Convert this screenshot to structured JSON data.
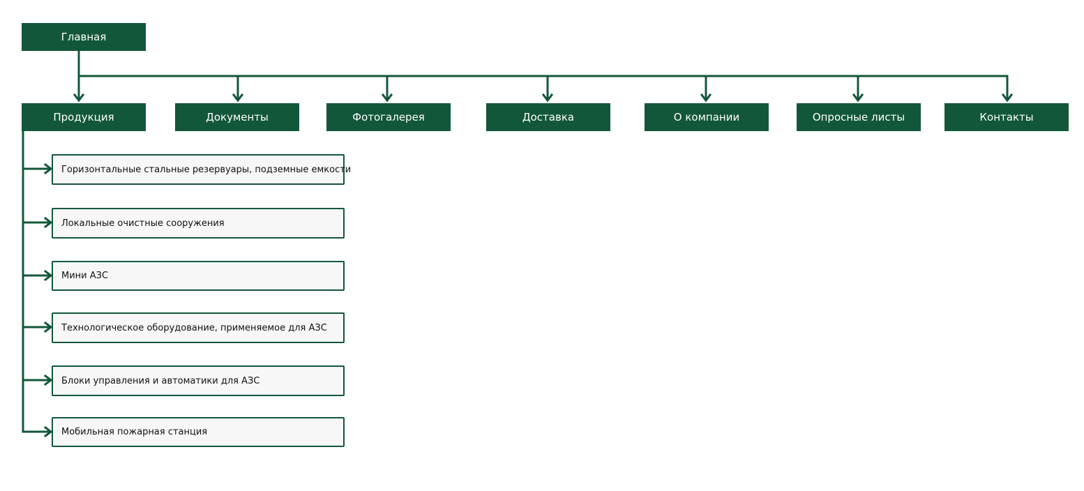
{
  "colors": {
    "node_fill": "#12573a",
    "connector": "#12573a",
    "sub_fill": "#f7f7f7",
    "sub_text": "#111111"
  },
  "root": {
    "label": "Главная"
  },
  "sections": [
    {
      "label": "Продукция"
    },
    {
      "label": "Документы"
    },
    {
      "label": "Фотогалерея"
    },
    {
      "label": "Доставка"
    },
    {
      "label": "О компании"
    },
    {
      "label": "Опросные листы"
    },
    {
      "label": "Контакты"
    }
  ],
  "products": [
    {
      "label": "Горизонтальные стальные резервуары, подземные  емкости"
    },
    {
      "label": "Локальные очистные сооружения"
    },
    {
      "label": "Мини АЗС"
    },
    {
      "label": "Технологическое оборудование, применяемое для АЗС"
    },
    {
      "label": "Блоки управления и автоматики для АЗС"
    },
    {
      "label": "Мобильная пожарная станция"
    }
  ]
}
